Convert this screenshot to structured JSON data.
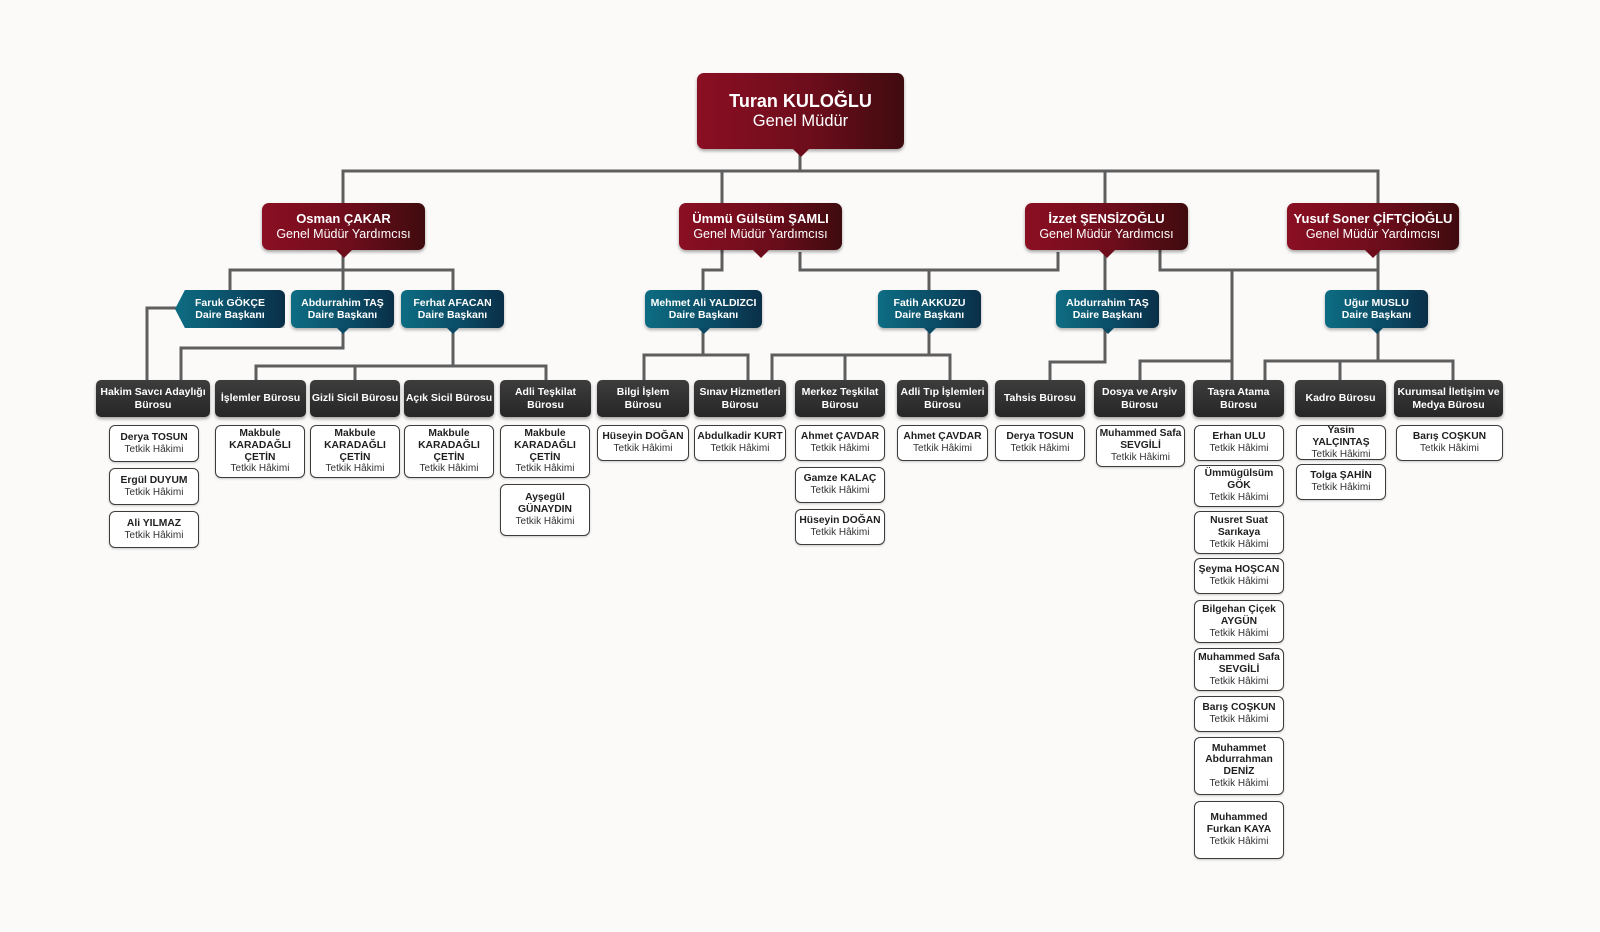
{
  "head": {
    "name": "Turan KULOĞLU",
    "role": "Genel Müdür"
  },
  "deputies": [
    {
      "name": "Osman ÇAKAR",
      "role": "Genel Müdür Yardımcısı"
    },
    {
      "name": "Ümmü Gülsüm ŞAMLI",
      "role": "Genel Müdür Yardımcısı"
    },
    {
      "name": "İzzet ŞENSİZOĞLU",
      "role": "Genel Müdür Yardımcısı"
    },
    {
      "name": "Yusuf Soner ÇİFTÇİOĞLU",
      "role": "Genel Müdür Yardımcısı"
    }
  ],
  "department_heads": [
    {
      "name": "Faruk GÖKÇE",
      "role": "Daire Başkanı"
    },
    {
      "name": "Abdurrahim TAŞ",
      "role": "Daire Başkanı"
    },
    {
      "name": "Ferhat AFACAN",
      "role": "Daire Başkanı"
    },
    {
      "name": "Mehmet Ali YALDIZCI",
      "role": "Daire Başkanı"
    },
    {
      "name": "Fatih AKKUZU",
      "role": "Daire Başkanı"
    },
    {
      "name": "Abdurrahim TAŞ",
      "role": "Daire Başkanı"
    },
    {
      "name": "Uğur MUSLU",
      "role": "Daire Başkanı"
    }
  ],
  "offices": [
    {
      "name": "Hakim Savcı Adaylığı Bürosu",
      "staff": [
        {
          "name": "Derya TOSUN",
          "title": "Tetkik Hâkimi"
        },
        {
          "name": "Ergül DUYUM",
          "title": "Tetkik Hâkimi"
        },
        {
          "name": "Ali YILMAZ",
          "title": "Tetkik Hâkimi"
        }
      ]
    },
    {
      "name": "İşlemler Bürosu",
      "staff": [
        {
          "name": "Makbule KARADAĞLI ÇETİN",
          "title": "Tetkik Hâkimi"
        }
      ]
    },
    {
      "name": "Gizli Sicil Bürosu",
      "staff": [
        {
          "name": "Makbule KARADAĞLI ÇETİN",
          "title": "Tetkik Hâkimi"
        }
      ]
    },
    {
      "name": "Açık Sicil Bürosu",
      "staff": [
        {
          "name": "Makbule KARADAĞLI ÇETİN",
          "title": "Tetkik Hâkimi"
        }
      ]
    },
    {
      "name": "Adli Teşkilat Bürosu",
      "staff": [
        {
          "name": "Makbule KARADAĞLI ÇETİN",
          "title": "Tetkik Hâkimi"
        },
        {
          "name": "Ayşegül GÜNAYDIN",
          "title": "Tetkik Hâkimi"
        }
      ]
    },
    {
      "name": "Bilgi İşlem Bürosu",
      "staff": [
        {
          "name": "Hüseyin DOĞAN",
          "title": "Tetkik Hâkimi"
        }
      ]
    },
    {
      "name": "Sınav Hizmetleri Bürosu",
      "staff": [
        {
          "name": "Abdulkadir KURT",
          "title": "Tetkik Hâkimi"
        }
      ]
    },
    {
      "name": "Merkez Teşkilat Bürosu",
      "staff": [
        {
          "name": "Ahmet ÇAVDAR",
          "title": "Tetkik Hâkimi"
        },
        {
          "name": "Gamze KALAÇ",
          "title": "Tetkik Hâkimi"
        },
        {
          "name": "Hüseyin DOĞAN",
          "title": "Tetkik Hâkimi"
        }
      ]
    },
    {
      "name": "Adli Tıp İşlemleri Bürosu",
      "staff": [
        {
          "name": "Ahmet ÇAVDAR",
          "title": "Tetkik Hâkimi"
        }
      ]
    },
    {
      "name": "Tahsis Bürosu",
      "staff": [
        {
          "name": "Derya TOSUN",
          "title": "Tetkik Hâkimi"
        }
      ]
    },
    {
      "name": "Dosya ve Arşiv Bürosu",
      "staff": [
        {
          "name": "Muhammed Safa SEVGİLİ",
          "title": "Tetkik Hâkimi"
        }
      ]
    },
    {
      "name": "Taşra Atama Bürosu",
      "staff": [
        {
          "name": "Erhan ULU",
          "title": "Tetkik Hâkimi"
        },
        {
          "name": "Ümmügülsüm GÖK",
          "title": "Tetkik Hâkimi"
        },
        {
          "name": "Nusret Suat Sarıkaya",
          "title": "Tetkik Hâkimi"
        },
        {
          "name": "Şeyma HOŞCAN",
          "title": "Tetkik Hâkimi"
        },
        {
          "name": "Bilgehan Çiçek AYGÜN",
          "title": "Tetkik Hâkimi"
        },
        {
          "name": "Muhammed Safa SEVGİLİ",
          "title": "Tetkik Hâkimi"
        },
        {
          "name": "Barış COŞKUN",
          "title": "Tetkik Hâkimi"
        },
        {
          "name": "Muhammet Abdurrahman DENİZ",
          "title": "Tetkik Hâkimi"
        },
        {
          "name": "Muhammed Furkan KAYA",
          "title": "Tetkik Hâkimi"
        }
      ]
    },
    {
      "name": "Kadro Bürosu",
      "staff": [
        {
          "name": "Yasin YALÇINTAŞ",
          "title": "Tetkik Hâkimi"
        },
        {
          "name": "Tolga ŞAHİN",
          "title": "Tetkik Hâkimi"
        }
      ]
    },
    {
      "name": "Kurumsal İletişim ve Medya Bürosu",
      "staff": [
        {
          "name": "Barış COŞKUN",
          "title": "Tetkik Hâkimi"
        }
      ]
    }
  ]
}
